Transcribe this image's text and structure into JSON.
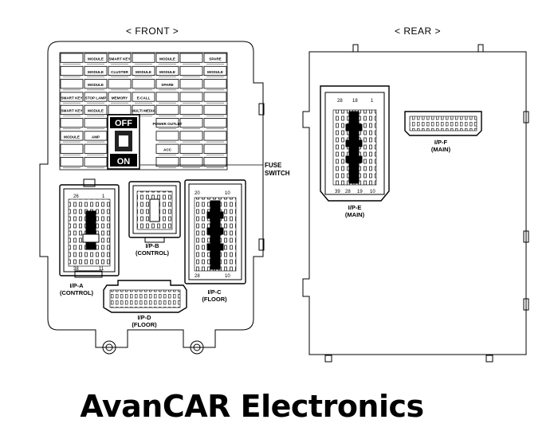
{
  "views": {
    "front_label": "< FRONT >",
    "rear_label": "< REAR >"
  },
  "fuse_switch": {
    "label_line1": "FUSE",
    "label_line2": "SWITCH",
    "off": "OFF",
    "on": "ON"
  },
  "fuse_labels": [
    "MODULE",
    "SMART KEY",
    "MODULE",
    "SPARE",
    "MODULE",
    "CLUSTER",
    "MODULE",
    "MODULE",
    "MODULE",
    "MODULE",
    "SPARE",
    "SMART KEY",
    "STOP LAMP",
    "MEMORY",
    "E-CALL",
    "SMART KEY",
    "MODULE",
    "MULTI MEDIA",
    "POWER OUTLET",
    "MODULE",
    "AMP",
    "ACC"
  ],
  "connectors": {
    "ipa": {
      "name": "I/P-A",
      "sub": "(CONTROL)",
      "pin_left": "26",
      "pin_right": "1",
      "pin_bl": "38",
      "pin_br": "11"
    },
    "ipb": {
      "name": "I/P-B",
      "sub": "(CONTROL)"
    },
    "ipc": {
      "name": "I/P-C",
      "sub": "(FLOOR)",
      "pin_tl": "20",
      "pin_tr": "10",
      "pin_bl": "28",
      "pin_br": "10"
    },
    "ipd": {
      "name": "I/P-D",
      "sub": "(FLOOR)"
    },
    "ipe": {
      "name": "I/P-E",
      "sub": "(MAIN)",
      "pin_tl": "28",
      "pin_tc": "18",
      "pin_tr": "1",
      "pin_bl": "39",
      "pin_bm": "28",
      "pin_bc": "19",
      "pin_br": "10"
    },
    "ipf": {
      "name": "I/P-F",
      "sub": "(MAIN)"
    }
  },
  "brand": "AvanCAR Electronics"
}
